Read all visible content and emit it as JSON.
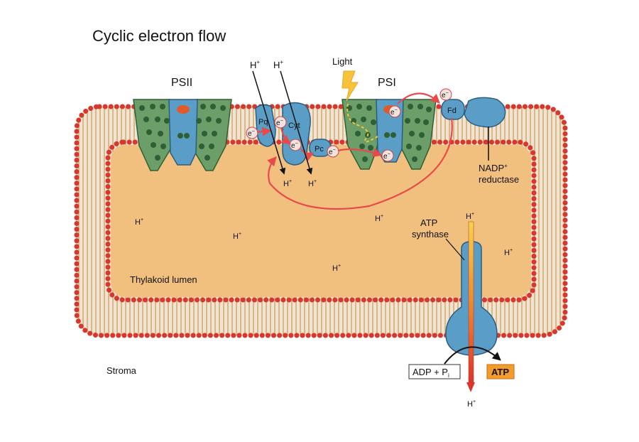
{
  "title": "Cyclic electron flow",
  "labels": {
    "psii": "PSII",
    "psi": "PSI",
    "light": "Light",
    "pq": "Pq",
    "cyt": "Cyt",
    "pc": "Pc",
    "fd": "Fd",
    "nadp_reductase_line1": "NADP",
    "nadp_superscript": "+",
    "nadp_reductase_line2": "reductase",
    "atp_synthase_line1": "ATP",
    "atp_synthase_line2": "synthase",
    "thylakoid_lumen": "Thylakoid lumen",
    "stroma": "Stroma",
    "adp": "ADP + P",
    "adp_subscript": "i",
    "atp": "ATP",
    "h": "H",
    "h_superscript": "+",
    "electron": "e",
    "electron_superscript": "−"
  },
  "colors": {
    "lumen": "#f2c07e",
    "membrane_tail": "#c9a25a",
    "lipid_head": "#d9362c",
    "protein_green": "#6b9e68",
    "protein_dot": "#2f5f35",
    "protein_blue": "#5a9ec8",
    "arrow_red": "#e84a4a",
    "atp_orange": "#f39c2b",
    "light_yellow": "#f6c33a"
  }
}
